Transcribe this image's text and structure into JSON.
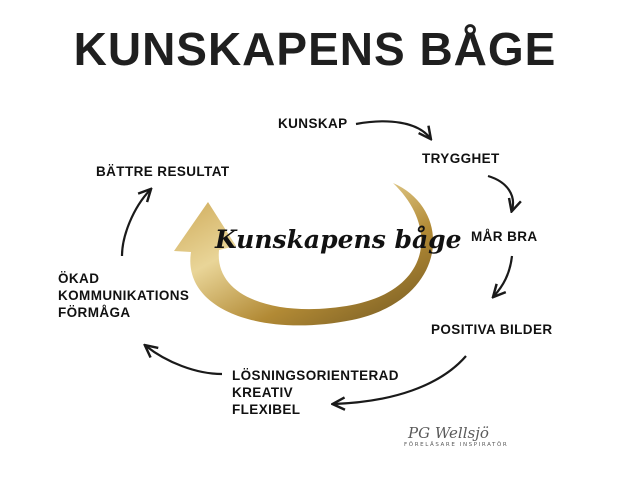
{
  "title": "KUNSKAPENS BÅGE",
  "center_label": "Kunskapens båge",
  "cycle": [
    {
      "label": "KUNSKAP"
    },
    {
      "label": "TRYGGHET"
    },
    {
      "label": "MÅR BRA"
    },
    {
      "label": "POSITIVA BILDER"
    },
    {
      "lines": [
        "LÖSNINGSORIENTERAD",
        "KREATIV",
        "FLEXIBEL"
      ]
    },
    {
      "lines": [
        "ÖKAD",
        "KOMMUNIKATIONS",
        "FÖRMÅGA"
      ]
    },
    {
      "label": "BÄTTRE RESULTAT"
    }
  ],
  "logo": {
    "name": "PG Wellsjö",
    "tagline": "FÖRELÄSARE INSPIRATÖR"
  },
  "colors": {
    "gold_light": "#e6cf8c",
    "gold_mid": "#b8953f",
    "gold_dark": "#6e5520",
    "arrow": "#1a1a1a"
  }
}
